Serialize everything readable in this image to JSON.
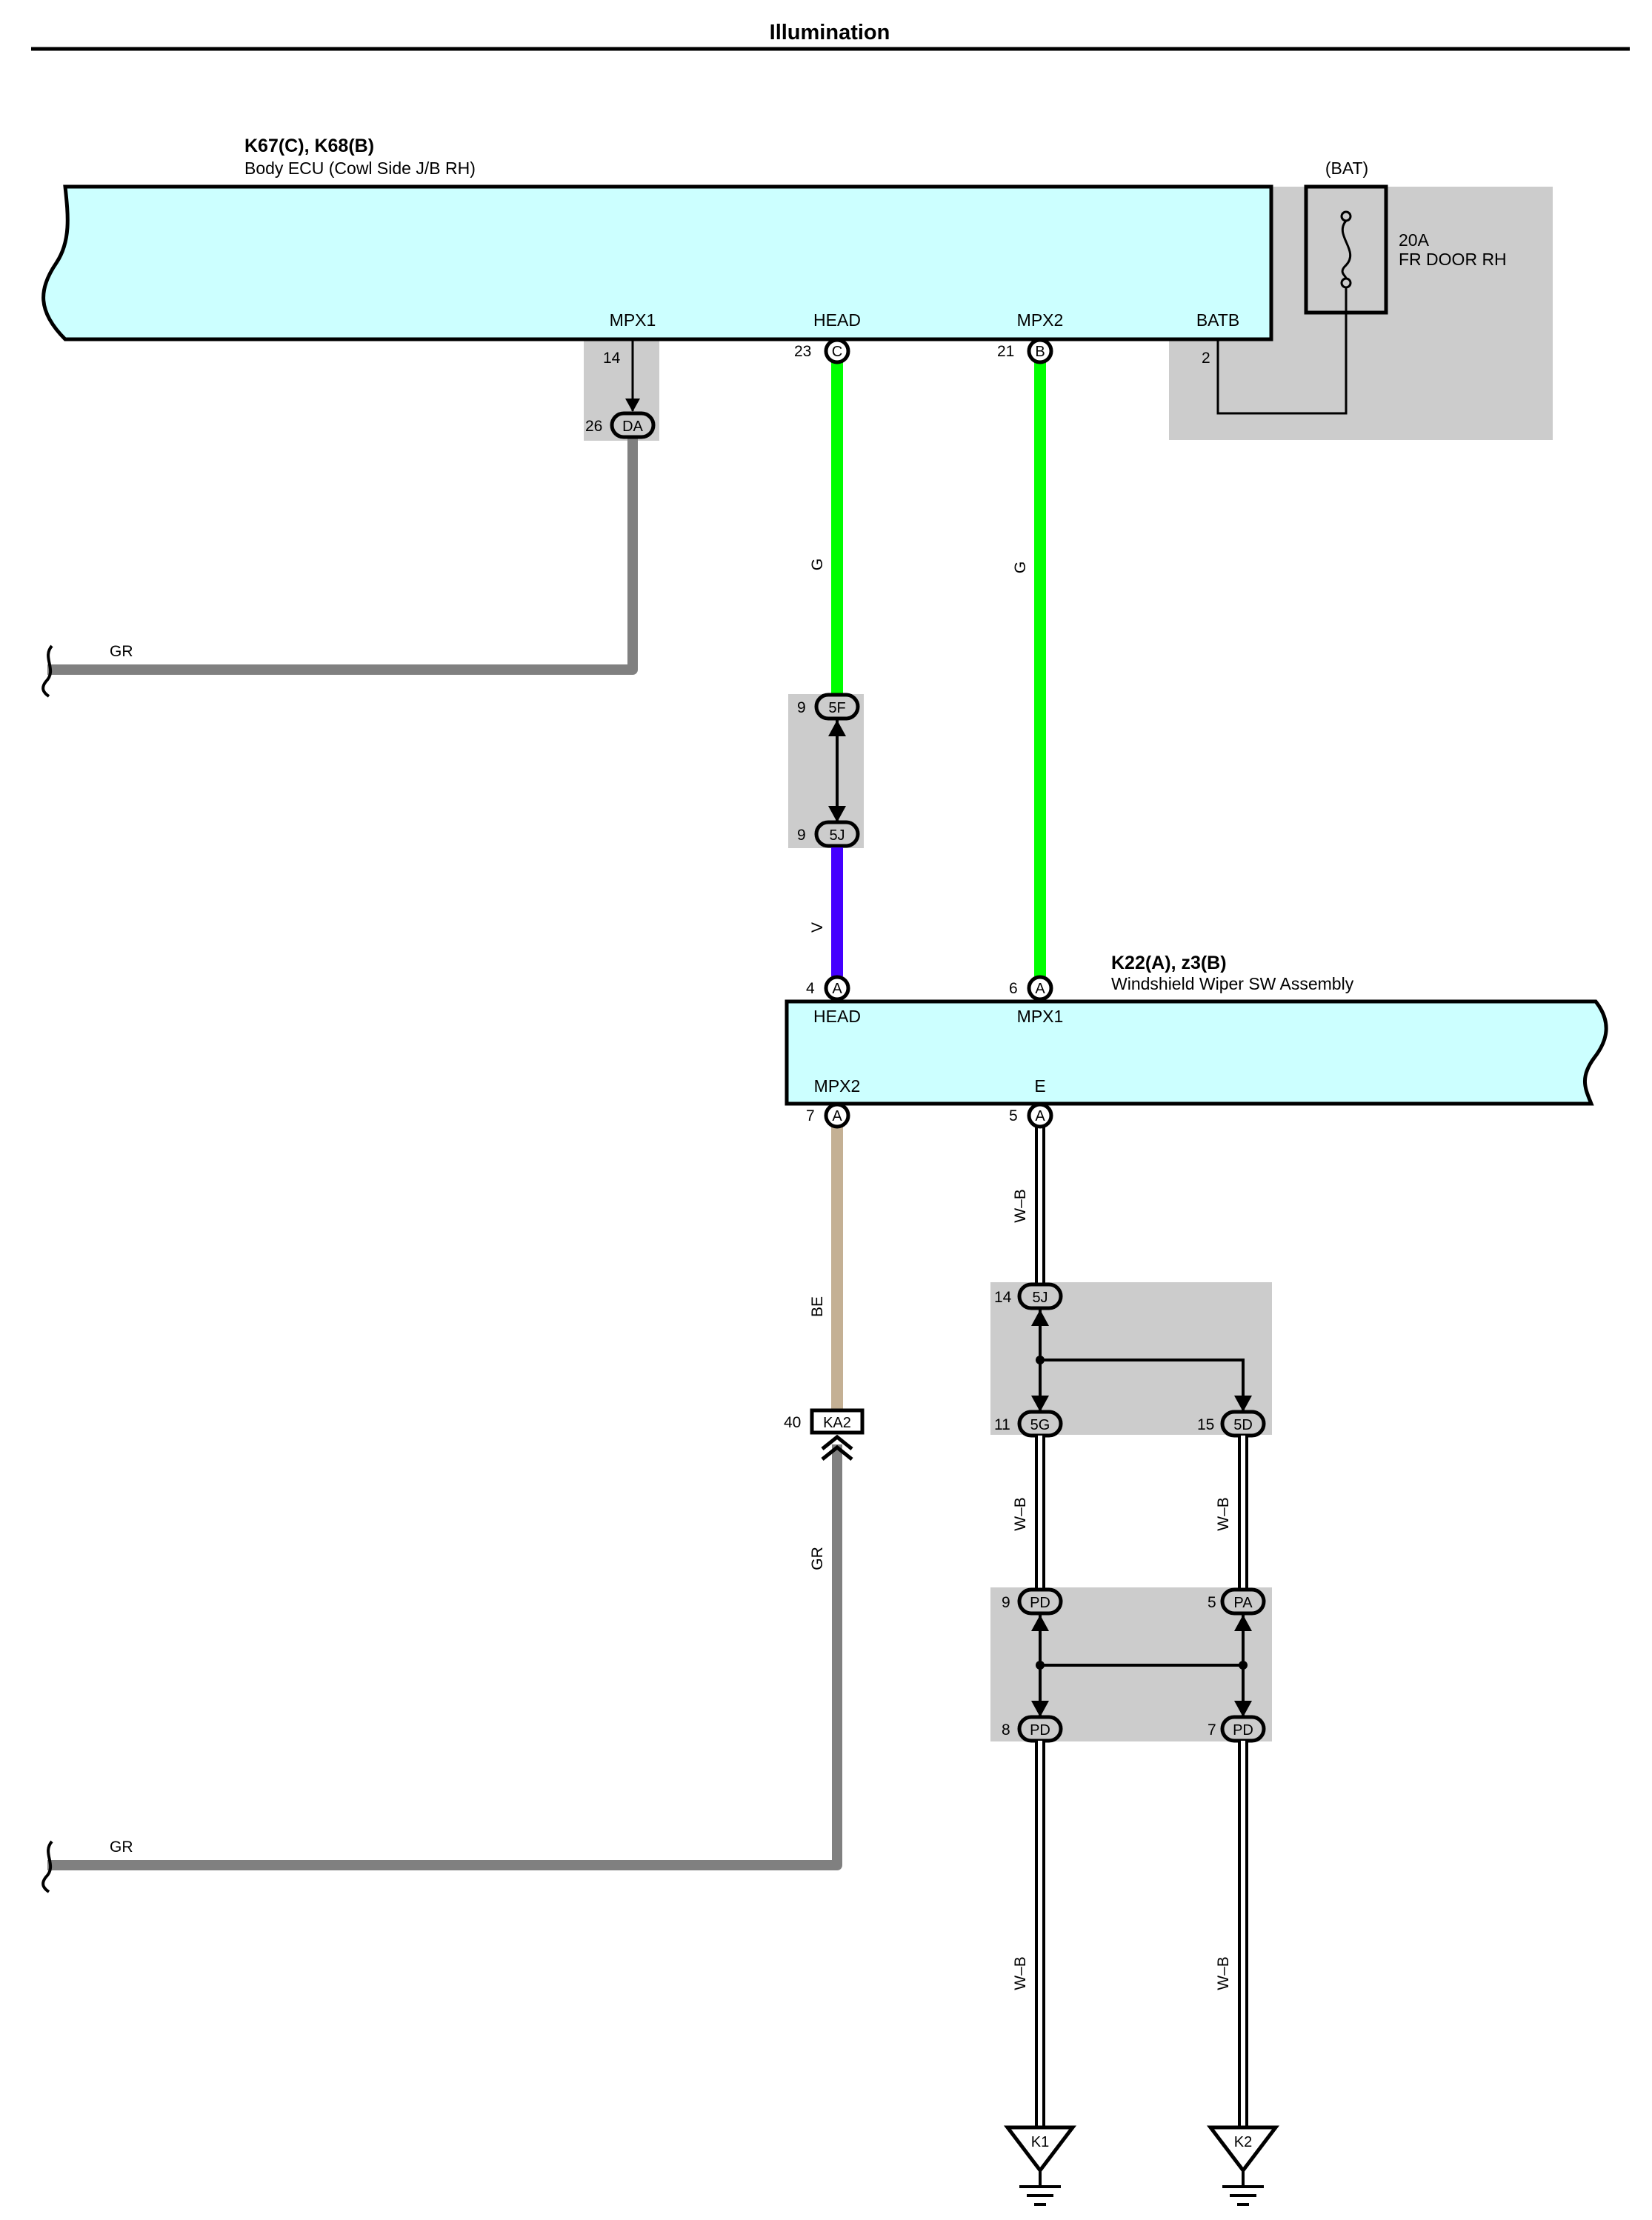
{
  "title": "Illumination",
  "body_ecu": {
    "code": "K67(C), K68(B)",
    "name": "Body ECU (Cowl Side J/B RH)",
    "terminals": {
      "mpx1": "MPX1",
      "head": "HEAD",
      "mpx2": "MPX2",
      "batb": "BATB"
    },
    "pins": {
      "mpx1_pin": "14",
      "head_pin": "23",
      "head_conn": "C",
      "mpx2_pin": "21",
      "mpx2_conn": "B",
      "batb_pin": "2"
    }
  },
  "fuse": {
    "source": "(BAT)",
    "rating": "20A",
    "name": "FR DOOR RH"
  },
  "wiper_sw": {
    "code": "K22(A), z3(B)",
    "name": "Windshield Wiper SW Assembly",
    "terminals": {
      "head": "HEAD",
      "mpx1": "MPX1",
      "mpx2": "MPX2",
      "e": "E"
    },
    "pins": {
      "head_pin": "4",
      "head_conn": "A",
      "mpx1_pin": "6",
      "mpx1_conn": "A",
      "mpx2_pin": "7",
      "mpx2_conn": "A",
      "e_pin": "5",
      "e_conn": "A"
    }
  },
  "connectors": {
    "da_pin": "26",
    "da": "DA",
    "c5f_pin": "9",
    "c5f": "5F",
    "c5j_pin": "9",
    "c5j": "5J",
    "c5j_b_pin": "14",
    "c5j_b": "5J",
    "c5g_pin": "11",
    "c5g": "5G",
    "c5d_pin": "15",
    "c5d": "5D",
    "pd1_pin": "9",
    "pd1": "PD",
    "pa_pin": "5",
    "pa": "PA",
    "pd2_pin": "8",
    "pd2": "PD",
    "pd3_pin": "7",
    "pd3": "PD",
    "ka2_pin": "40",
    "ka2": "KA2"
  },
  "wires": {
    "gr_top": "GR",
    "g_head": "G",
    "g_mpx": "G",
    "v": "V",
    "be": "BE",
    "gr_vert": "GR",
    "gr_bottom": "GR",
    "wb_e": "W–B",
    "wb_left_mid": "W–B",
    "wb_right_mid": "W–B",
    "wb_left_low": "W–B",
    "wb_right_low": "W–B"
  },
  "grounds": {
    "k1": "K1",
    "k2": "K2"
  },
  "colors": {
    "ecu_fill": "#ccffff",
    "splice_gray": "#cccccc",
    "wire_green": "#00ff00",
    "wire_violet": "#4400ff",
    "wire_beige": "#c4b094",
    "wire_gray": "#808080",
    "wire_white_black": "#000000"
  }
}
